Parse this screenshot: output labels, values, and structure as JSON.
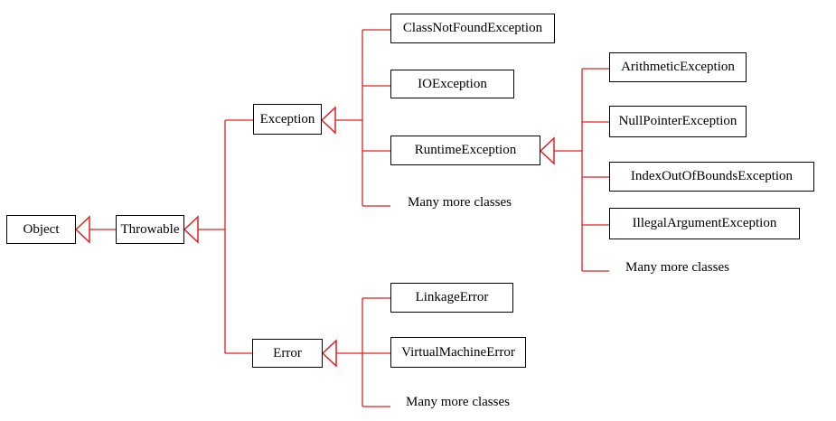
{
  "nodes": {
    "object": "Object",
    "throwable": "Throwable",
    "exception": "Exception",
    "error": "Error",
    "class_not_found": "ClassNotFoundException",
    "io_exception": "IOException",
    "runtime_exception": "RuntimeException",
    "exception_more": "Many more classes",
    "arithmetic": "ArithmeticException",
    "null_pointer": "NullPointerException",
    "index_out_of_bounds": "IndexOutOfBoundsException",
    "illegal_argument": "IllegalArgumentException",
    "runtime_more": "Many more classes",
    "linkage_error": "LinkageError",
    "virtual_machine_error": "VirtualMachineError",
    "error_more": "Many more classes"
  },
  "colors": {
    "connector": "#e02020",
    "box_border": "#000000",
    "text": "#000000"
  }
}
